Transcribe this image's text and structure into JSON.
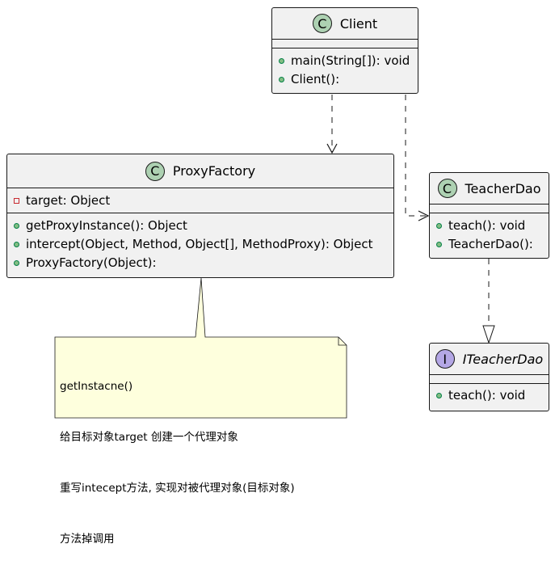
{
  "classes": {
    "client": {
      "stereotype": "C",
      "name": "Client",
      "methods": [
        "main(String[]): void",
        "Client():"
      ]
    },
    "proxy_factory": {
      "stereotype": "C",
      "name": "ProxyFactory",
      "fields": [
        "target: Object"
      ],
      "methods": [
        "getProxyInstance(): Object",
        "intercept(Object, Method, Object[], MethodProxy): Object",
        "ProxyFactory(Object):"
      ]
    },
    "teacher_dao": {
      "stereotype": "C",
      "name": "TeacherDao",
      "methods": [
        "teach(): void",
        "TeacherDao():"
      ]
    },
    "iteacher_dao": {
      "stereotype": "I",
      "name": "ITeacherDao",
      "methods": [
        "teach(): void"
      ]
    }
  },
  "note": {
    "lines": [
      "getInstacne()",
      "给目标对象target 创建一个代理对象",
      "重写intecept方法, 实现对被代理对象(目标对象)",
      "方法掉调用"
    ]
  },
  "colors": {
    "class_fill": "#f1f1f1",
    "class_badge": "#add1b2",
    "interface_badge": "#b4a7e5",
    "note_fill": "#feffdd",
    "line": "#181818"
  }
}
